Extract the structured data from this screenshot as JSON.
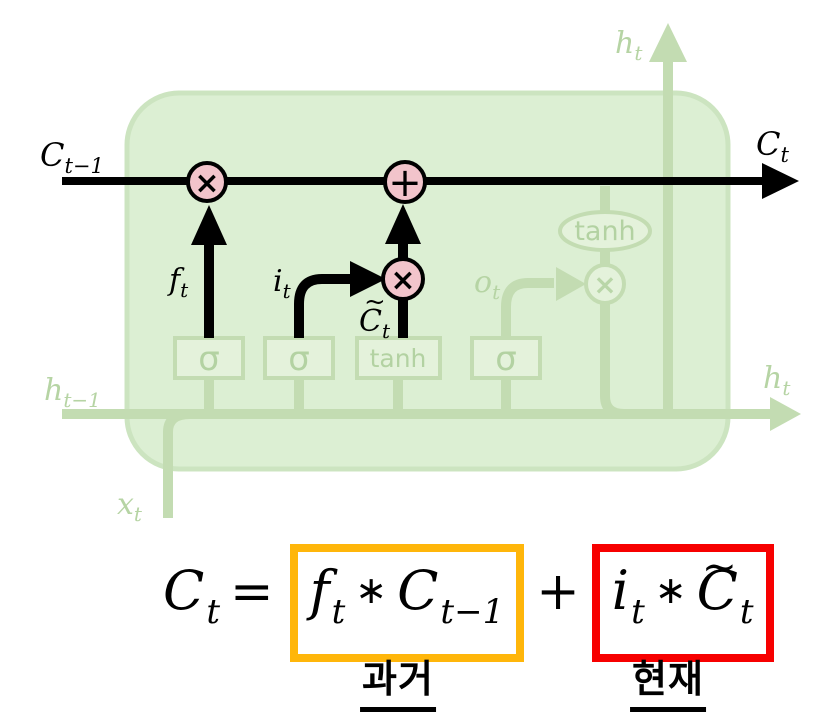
{
  "colors": {
    "background": "#FFFFFF",
    "cell_fill": "#DCEFD3",
    "cell_border": "#CCE4C0",
    "faded_line": "#C3DCB2",
    "faded_text": "#B6D4A4",
    "gate_fill": "#E4F2DB",
    "op_circle_fill": "#F2C4CB",
    "black": "#000000",
    "past_box_border": "#FFB60A",
    "present_box_border": "#F70000"
  },
  "diagram": {
    "labels": {
      "c_prev": {
        "base": "C",
        "sub": "t−1"
      },
      "c_out": {
        "base": "C",
        "sub": "t"
      },
      "forget": {
        "base": "f",
        "sub": "t"
      },
      "input": {
        "base": "i",
        "sub": "t"
      },
      "candidate": {
        "tilde": "~",
        "base": "C",
        "sub": "t"
      },
      "output": {
        "base": "o",
        "sub": "t"
      },
      "h_top": {
        "base": "h",
        "sub": "t"
      },
      "h_right": {
        "base": "h",
        "sub": "t"
      },
      "h_prev": {
        "base": "h",
        "sub": "t−1"
      },
      "x_in": {
        "base": "x",
        "sub": "t"
      }
    },
    "gates": {
      "gate1": "σ",
      "gate2": "σ",
      "gate3": "tanh",
      "gate4": "σ"
    },
    "tanh_pill": "tanh",
    "operators": {
      "multiply": "×",
      "add": "+"
    }
  },
  "formula": {
    "lhs": {
      "base": "C",
      "sub": "t"
    },
    "equals": "=",
    "past_term": {
      "factor1_base": "f",
      "factor1_sub": "t",
      "star": "∗",
      "factor2_base": "C",
      "factor2_sub": "t−1"
    },
    "plus": "+",
    "present_term": {
      "factor1_base": "i",
      "factor1_sub": "t",
      "star": "∗",
      "factor2_tilde": "~",
      "factor2_base": "C",
      "factor2_sub": "t"
    },
    "past_label": "과거",
    "present_label": "현재"
  }
}
